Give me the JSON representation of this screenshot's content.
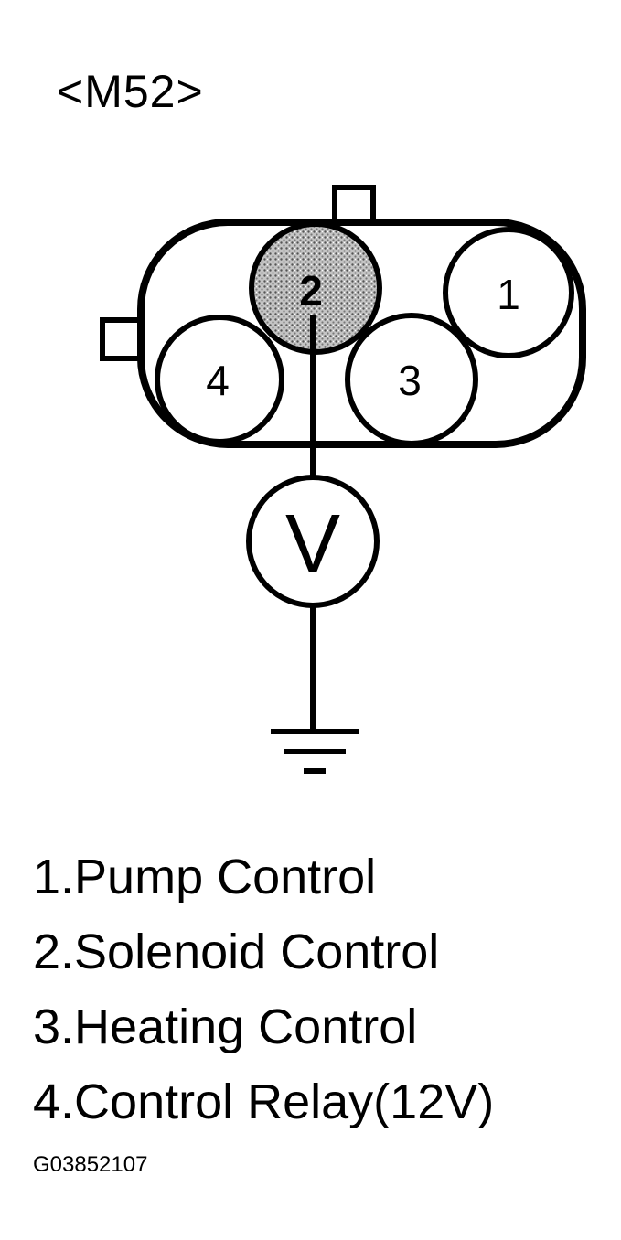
{
  "diagram": {
    "model_label": "<M52>",
    "pins": [
      {
        "number": "1",
        "highlighted": false
      },
      {
        "number": "2",
        "highlighted": true
      },
      {
        "number": "3",
        "highlighted": false
      },
      {
        "number": "4",
        "highlighted": false
      }
    ],
    "meter_symbol": "V",
    "highlight_color": "#9a9a9a"
  },
  "legend": [
    "1.Pump Control",
    "2.Solenoid Control",
    "3.Heating Control",
    "4.Control Relay(12V)"
  ],
  "figure_id": "G03852107"
}
